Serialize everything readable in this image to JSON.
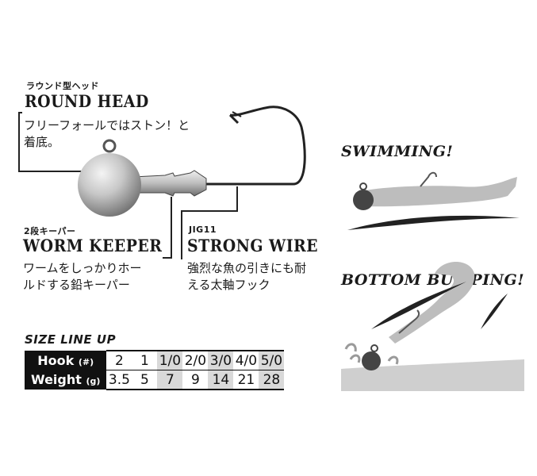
{
  "round_head": {
    "label_jp": "ラウンド型ヘッド",
    "title": "ROUND HEAD",
    "desc_line1": "フリーフォールではストン！と",
    "desc_line2": "着底。"
  },
  "worm_keeper": {
    "label_jp": "2段キーパー",
    "title": "WORM KEEPER",
    "desc_line1": "ワームをしっかりホー",
    "desc_line2": "ルドする鉛キーパー"
  },
  "strong_wire": {
    "label_jp": "JIG11",
    "title": "STRONG WIRE",
    "desc_line1": "強烈な魚の引きにも耐",
    "desc_line2": "える太軸フック"
  },
  "swimming": {
    "caption": "SWIMMING!"
  },
  "bottom_bumping": {
    "caption": "BOTTOM BUMPING!"
  },
  "size_lineup": {
    "title": "SIZE LINE UP",
    "hook_label": "Hook",
    "hook_unit": "(#)",
    "weight_label": "Weight",
    "weight_unit": "(g)",
    "hook_sizes": [
      "2",
      "1",
      "1/0",
      "2/0",
      "3/0",
      "4/0",
      "5/0"
    ],
    "weights": [
      "3.5",
      "5",
      "7",
      "9",
      "14",
      "21",
      "28"
    ]
  }
}
